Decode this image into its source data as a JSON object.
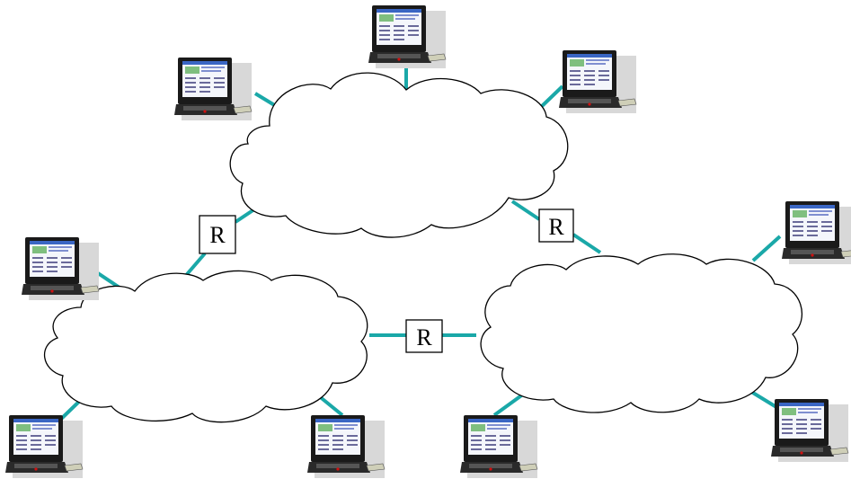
{
  "routers": [
    {
      "label": "R"
    },
    {
      "label": "R"
    },
    {
      "label": "R"
    }
  ],
  "clouds": [
    "top",
    "left",
    "right"
  ],
  "computers": [
    "laptop-icon",
    "laptop-icon",
    "laptop-icon",
    "laptop-icon",
    "laptop-icon",
    "laptop-icon",
    "laptop-icon",
    "laptop-icon",
    "laptop-icon"
  ],
  "colors": {
    "link": "#1aa8a8",
    "outline": "#000000",
    "laptop_body": "#1a1a1a",
    "screen_bg": "#f4f6fb"
  }
}
